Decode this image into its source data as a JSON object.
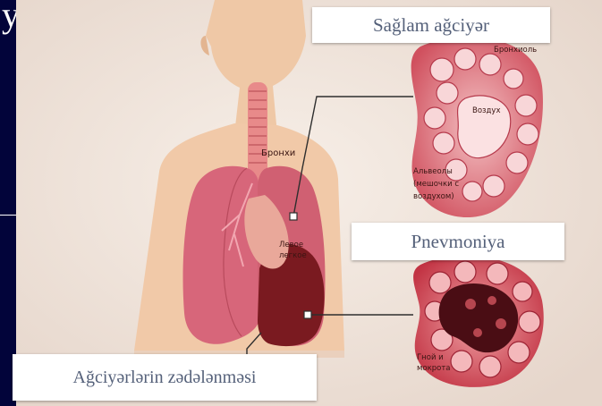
{
  "slide": {
    "edge_glyph": "y",
    "labels": {
      "healthy": "Sağlam ağciyər",
      "pneumonia": "Pnevmoniya",
      "damage": "Ağciyərlərin zədələnməsi"
    }
  },
  "figure": {
    "bronchi": "Бронхи",
    "left_lung": [
      "Левое",
      "легкое"
    ],
    "bronchiole": "Бронхиоль",
    "air": "Воздух",
    "alveoli": [
      "Альвеолы",
      "(мешочки с",
      "воздухом)"
    ],
    "pus": [
      "Гной и",
      "мокрота"
    ]
  },
  "colors": {
    "slide_background": "#02043a",
    "label_text": "#55617a",
    "healthy_tissue": "#d7667a",
    "inflamed_tissue": "#7a1a20"
  }
}
